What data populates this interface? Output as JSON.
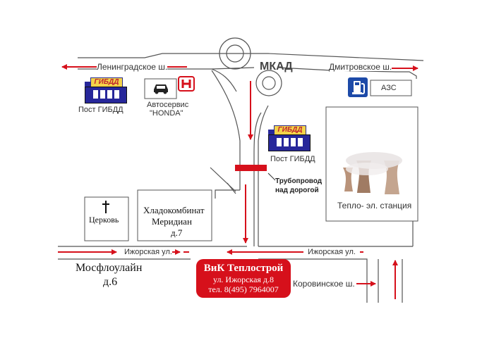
{
  "roads": {
    "mkad": "МКАД",
    "leningradskoe": "Ленинградское ш.",
    "dmitrovskoe": "Дмитровское ш.",
    "izhorskaya_left": "Ижорская ул.",
    "izhorskaya_right": "Ижорская ул.",
    "korovinskoe": "Коровинское ш."
  },
  "landmarks": {
    "gibdd_sign": "ГИБДД",
    "post_gibdd_left": "Пост ГИБДД",
    "post_gibdd_center": "Пост ГИБДД",
    "avtoservis_line1": "Автосервис",
    "avtoservis_line2": "\"HONDA\"",
    "azs": "АЗС",
    "pipeline_line1": "Трубопровод",
    "pipeline_line2": "над дорогой",
    "power_station": "Тепло- эл. станция",
    "church": "Церковь",
    "cold_line1": "Хладокомбинат",
    "cold_line2": "Меридиан",
    "cold_line3": "д.7",
    "mosflow_line1": "Мосфлоулайн",
    "mosflow_line2": "д.6"
  },
  "company": {
    "name": "ВиК Теплострой",
    "address": "ул. Ижорская д.8",
    "phone": "тел. 8(495) 7964007"
  },
  "icons": {
    "route_arrow": "red-arrow-icon",
    "car": "car-icon",
    "honda": "honda-logo-icon",
    "fuel": "fuel-pump-icon",
    "cross": "cross-icon",
    "towers": "cooling-towers-icon"
  },
  "colors": {
    "route": "#d6101b",
    "road_line": "#555555",
    "police": "#27279a",
    "sign_yellow": "#f3d34a",
    "fuel_blue": "#1d4aa8"
  }
}
